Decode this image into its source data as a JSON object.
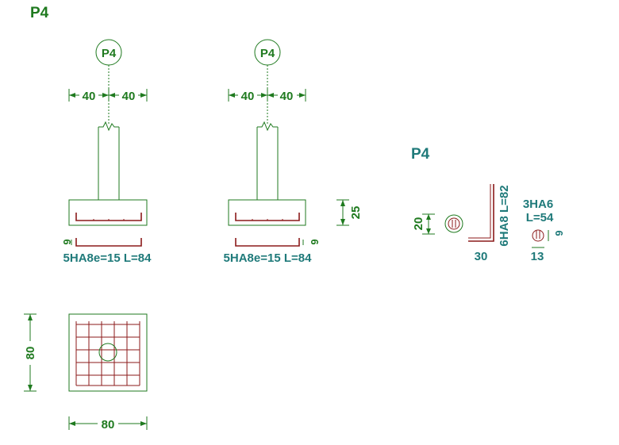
{
  "sheet_title": "P4",
  "section_left": {
    "bubble": "P4",
    "dim_left": "40",
    "dim_right": "40",
    "cover_dim": "6",
    "rebar_label": "5HA8e=15  L=84"
  },
  "section_right": {
    "bubble": "P4",
    "dim_left": "40",
    "dim_right": "40",
    "height_dim": "25",
    "cover_dim": "6",
    "rebar_label": "5HA8e=15  L=84"
  },
  "plan": {
    "width_dim": "80",
    "height_dim": "80"
  },
  "column_schedule": {
    "title": "P4",
    "side_dim": "20",
    "long_bar_label": "6HA8  L=82",
    "long_bar_leg": "30",
    "tie_label": "3HA6",
    "tie_length": "L=54",
    "tie_dim_v": "6",
    "tie_dim_h": "13"
  },
  "colors": {
    "title": "#1f7a1f",
    "text": "#1f7a7a",
    "concrete": "#1f7a1f",
    "rebar": "#8b1a1a"
  }
}
